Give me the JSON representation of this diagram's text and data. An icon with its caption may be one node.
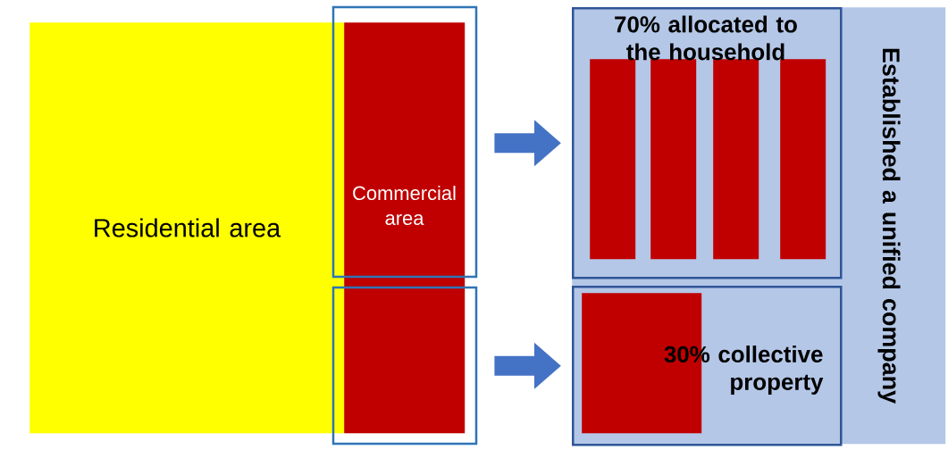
{
  "diagram": {
    "nodes": [
      {
        "text": [
          "Residential area"
        ]
      },
      {
        "text": [
          "Commercial area"
        ]
      },
      {
        "text": [
          "Established a unified company"
        ]
      },
      {
        "text": [
          "70% allocated to the household"
        ],
        "in": 2
      },
      {
        "text": [
          "30% collective property"
        ],
        "in": 2
      },
      {
        "text": [],
        "shape": "bar",
        "in": 3
      },
      {
        "text": [],
        "shape": "bar",
        "in": 3
      },
      {
        "text": [],
        "shape": "bar",
        "in": 3
      },
      {
        "text": [],
        "shape": "bar",
        "in": 3
      },
      {
        "text": [],
        "shape": "bar",
        "in": 4
      }
    ],
    "edges": [
      {
        "from": 1,
        "to": 3,
        "arrow": "to"
      },
      {
        "from": 1,
        "to": 4,
        "arrow": "to"
      }
    ]
  }
}
